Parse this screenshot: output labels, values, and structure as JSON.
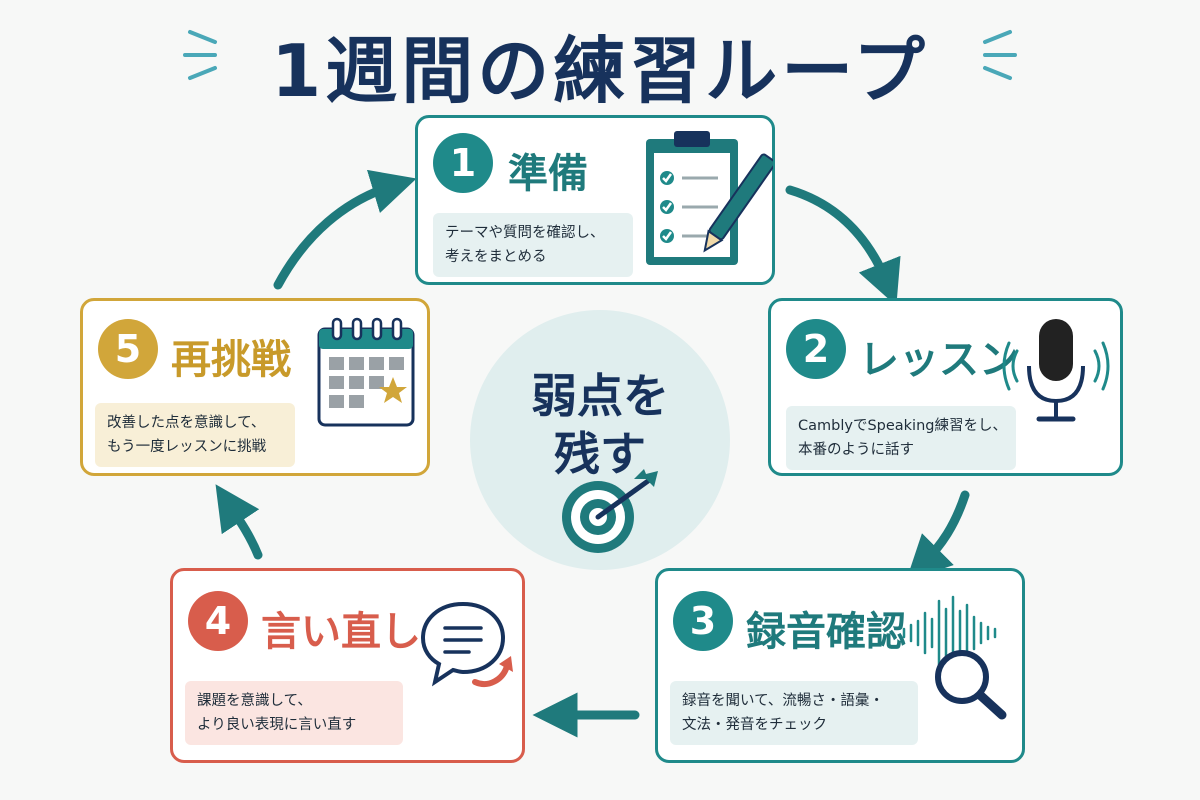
{
  "title": "1週間の練習ループ",
  "center": {
    "line1": "弱点を",
    "line2": "残す",
    "icon": "target-icon"
  },
  "steps": [
    {
      "number": "1",
      "title": "準備",
      "desc1": "テーマや質問を確認し、",
      "desc2": "考えをまとめる",
      "icon": "clipboard-checklist-icon",
      "color": "#1f8a8a"
    },
    {
      "number": "2",
      "title": "レッスン",
      "desc1": "CamblyでSpeaking練習をし、",
      "desc2": "本番のように話す",
      "icon": "microphone-icon",
      "color": "#1f8a8a"
    },
    {
      "number": "3",
      "title": "録音確認",
      "desc1": "録音を聞いて、流暢さ・語彙・",
      "desc2": "文法・発音をチェック",
      "icon": "waveform-magnifier-icon",
      "color": "#1f8a8a"
    },
    {
      "number": "4",
      "title": "言い直し",
      "desc1": "課題を意識して、",
      "desc2": "より良い表現に言い直す",
      "icon": "speech-bubble-refresh-icon",
      "color": "#d85d4c"
    },
    {
      "number": "5",
      "title": "再挑戦",
      "desc1": "改善した点を意識して、",
      "desc2": "もう一度レッスンに挑戦",
      "icon": "calendar-star-icon",
      "color": "#d1a63a"
    }
  ]
}
